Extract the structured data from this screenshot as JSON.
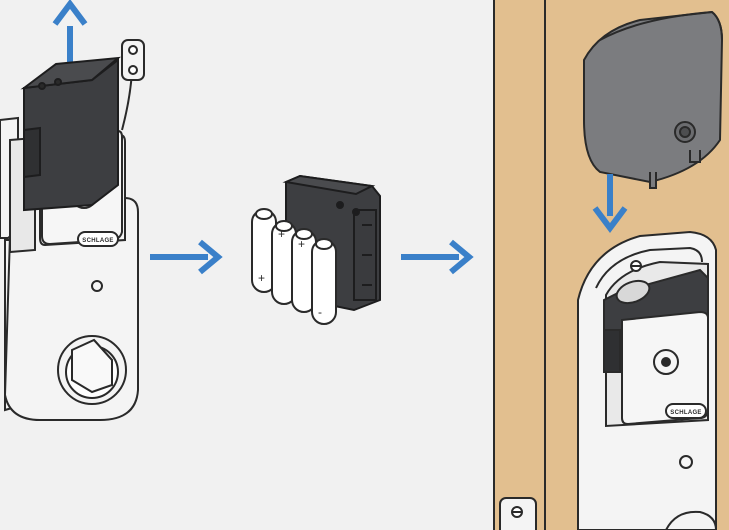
{
  "brand_label": "SCHLAGE",
  "colors": {
    "background": "#f1f1f1",
    "arrow": "#3a80c9",
    "door_wood": "#e2bf8f",
    "battery_pack": "#3d3e41",
    "cover_gray": "#7b7c7f",
    "lock_silver": "#f4f4f4",
    "outline": "#2a2a2a"
  },
  "icons": {
    "step1": "battery-pack-removal",
    "step2": "battery-replacement",
    "step3": "cover-reinstall"
  }
}
